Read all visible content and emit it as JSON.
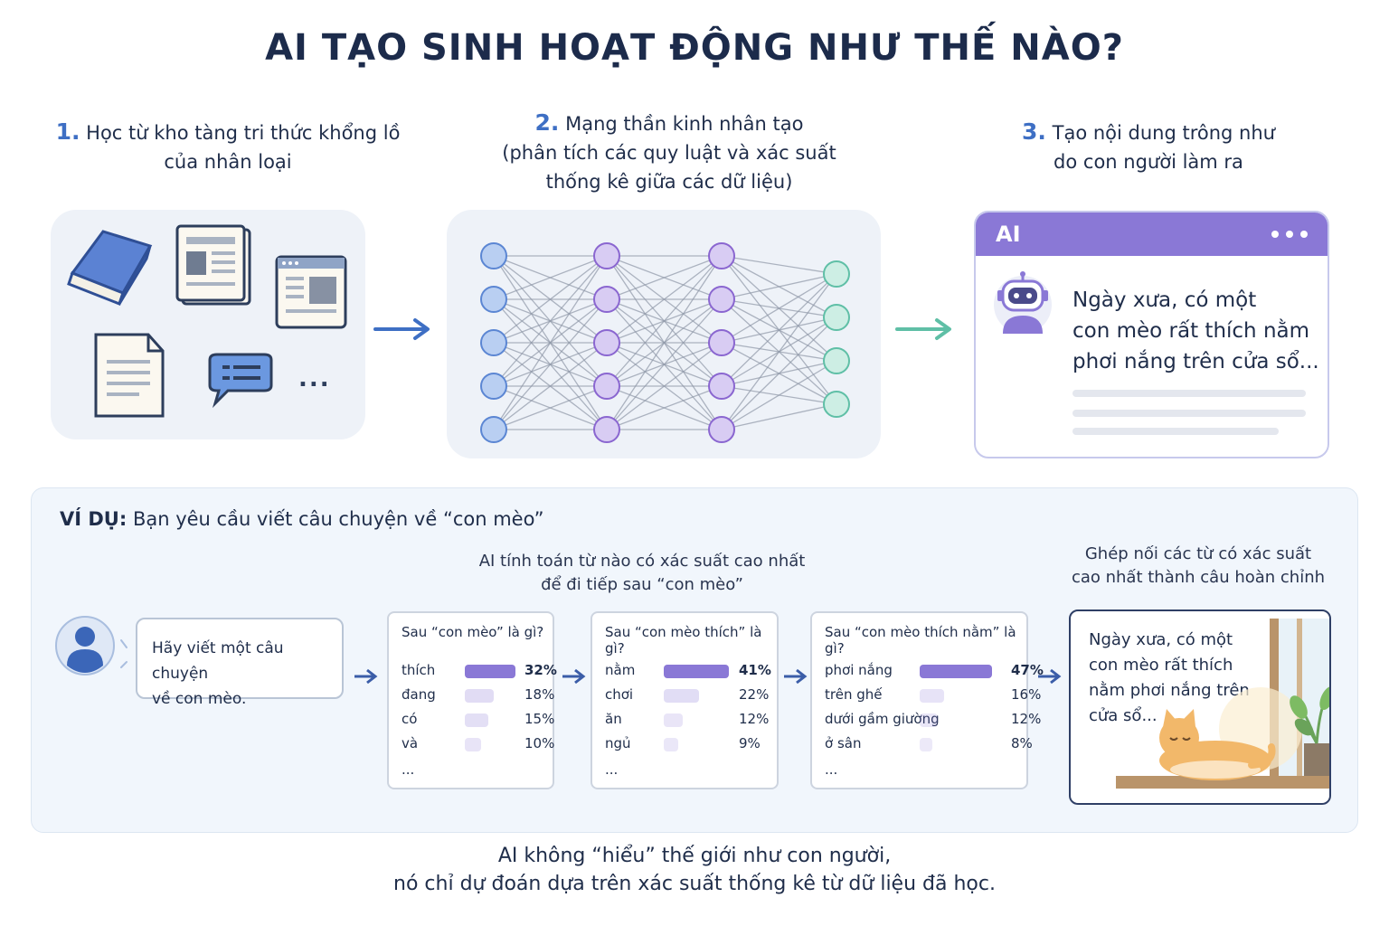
{
  "title": "AI TẠO SINH HOẠT ĐỘNG NHƯ THẾ NÀO?",
  "steps": [
    {
      "num": "1.",
      "line1": "Học từ kho tàng tri thức khổng lồ",
      "line2": "của nhân loại",
      "line3": ""
    },
    {
      "num": "2.",
      "line1": "Mạng thần kinh nhân tạo",
      "line2": "(phân tích các quy luật và xác suất",
      "line3": "thống kê giữa các dữ liệu)"
    },
    {
      "num": "3.",
      "line1": "Tạo nội dung trông như",
      "line2": "do con người làm ra",
      "line3": ""
    }
  ],
  "data_panel": {
    "ellipsis": "..."
  },
  "ai_window": {
    "bar_label": "AI",
    "lines": [
      "Ngày xưa, có một",
      "con mèo rất thích nằm",
      "phơi nắng trên cửa sổ..."
    ]
  },
  "example": {
    "label_bold": "VÍ DỤ:",
    "label_rest": " Bạn yêu cầu viết câu chuyện về “con mèo”",
    "caption_mid": [
      "AI tính toán từ nào có xác suất cao nhất",
      "để đi tiếp sau “con mèo”"
    ],
    "caption_right": [
      "Ghép nối các từ có xác suất",
      "cao nhất thành câu hoàn chỉnh"
    ],
    "prompt": [
      "Hãy viết một câu chuyện",
      "về con mèo."
    ],
    "cards": [
      {
        "question": "Sau “con mèo” là gì?",
        "rows": [
          {
            "word": "thích",
            "pct": "32%",
            "p": 32
          },
          {
            "word": "đang",
            "pct": "18%",
            "p": 18
          },
          {
            "word": "có",
            "pct": "15%",
            "p": 15
          },
          {
            "word": "và",
            "pct": "10%",
            "p": 10
          }
        ],
        "ellipsis": "..."
      },
      {
        "question": "Sau “con mèo thích” là gì?",
        "rows": [
          {
            "word": "nằm",
            "pct": "41%",
            "p": 41
          },
          {
            "word": "chơi",
            "pct": "22%",
            "p": 22
          },
          {
            "word": "ăn",
            "pct": "12%",
            "p": 12
          },
          {
            "word": "ngủ",
            "pct": "9%",
            "p": 9
          }
        ],
        "ellipsis": "..."
      },
      {
        "question": "Sau “con mèo thích nằm” là gì?",
        "rows": [
          {
            "word": "phơi nắng",
            "pct": "47%",
            "p": 47
          },
          {
            "word": "trên ghế",
            "pct": "16%",
            "p": 16
          },
          {
            "word": "dưới gầm giường",
            "pct": "12%",
            "p": 12
          },
          {
            "word": "ở sân",
            "pct": "8%",
            "p": 8
          }
        ],
        "ellipsis": "..."
      }
    ],
    "final": [
      "Ngày xưa, có một",
      "con mèo rất thích",
      "nằm phơi nắng trên",
      "cửa sổ..."
    ]
  },
  "footer": [
    "AI không “hiểu” thế giới như con người,",
    "nó chỉ dự đoán dựa trên xác suất thống kê từ dữ liệu đã học."
  ],
  "colors": {
    "blue": "#3e6fc4",
    "purple": "#8a78d6",
    "teal": "#5fbfa6",
    "navy": "#1c2b4b"
  }
}
